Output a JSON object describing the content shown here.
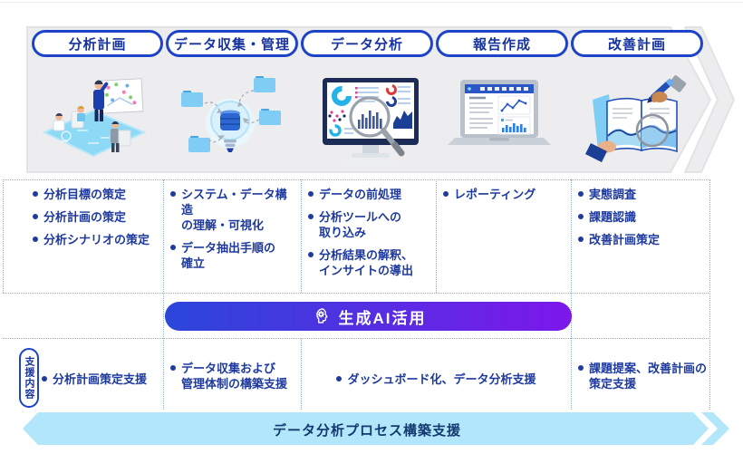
{
  "stages": [
    {
      "label": "分析計画",
      "illustration": "team-planning-illustration",
      "tasks": [
        "分析目標の策定",
        "分析計画の策定",
        "分析シナリオの策定"
      ],
      "support": "分析計画策定支援"
    },
    {
      "label": "データ収集・管理",
      "illustration": "data-collection-illustration",
      "tasks": [
        "システム・データ構造\nの理解・可視化",
        "データ抽出手順の\n確立"
      ],
      "support": "データ収集および\n管理体制の構築支援"
    },
    {
      "label": "データ分析",
      "illustration": "data-analysis-illustration",
      "tasks": [
        "データの前処理",
        "分析ツールへの\n取り込み",
        "分析結果の解釈、\nインサイトの導出"
      ]
    },
    {
      "label": "報告作成",
      "illustration": "reporting-illustration",
      "tasks": [
        "レポーティング"
      ]
    },
    {
      "label": "改善計画",
      "illustration": "improvement-illustration",
      "tasks": [
        "実態調査",
        "課題認識",
        "改善計画策定"
      ],
      "support": "課題提案、改善計画の\n策定支援"
    }
  ],
  "ai_banner": {
    "label": "生成AI活用",
    "icon": "ai-brain-gear-icon",
    "gradient_start": "#2b46da",
    "gradient_end": "#7d17ea"
  },
  "support_row": {
    "header": "支援内容",
    "merged_stage_3_4": "ダッシュボード化、データ分析支援"
  },
  "bottom_banner": {
    "label": "データ分析プロセス構築支援",
    "background": "#b2e6fa"
  },
  "colors": {
    "stage_pill_border": "#1c43c8",
    "text_navy": "#1e3a9e",
    "arrow_gray": "#ededef",
    "grid_dotted": "#8fb0cf"
  }
}
